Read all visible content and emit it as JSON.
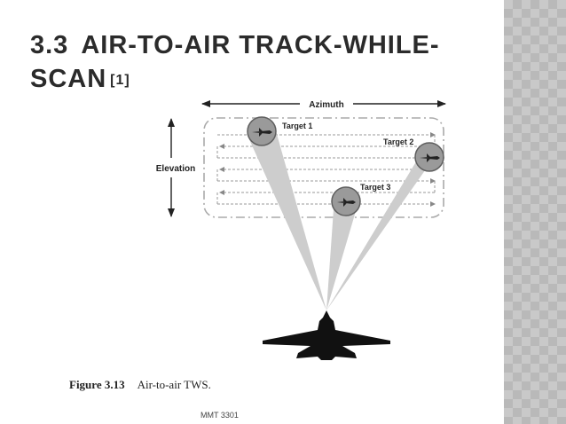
{
  "slide": {
    "title_number": "3.3",
    "title_line1": "AIR-TO-AIR TRACK-WHILE-",
    "title_line2": "SCAN",
    "title_reference": "[1]",
    "footer": "MMT 3301"
  },
  "figure": {
    "azimuth_label": "Azimuth",
    "elevation_label": "Elevation",
    "targets": [
      "Target 1",
      "Target 2",
      "Target 3"
    ],
    "caption_number": "Figure 3.13",
    "caption_text": "Air-to-air TWS."
  },
  "colors": {
    "title": "#2b2b2b",
    "beam": "#cfcfcf",
    "scan_lines": "#999999",
    "aircraft": "#111111",
    "target_circle": "#7a7a7a"
  }
}
